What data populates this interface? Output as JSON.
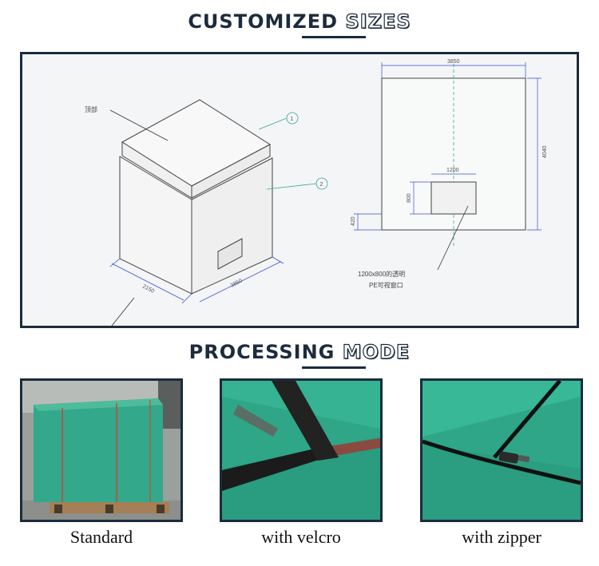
{
  "sections": {
    "customized": {
      "title_bold": "CUSTOMIZED",
      "title_outline": "SIZES"
    },
    "processing": {
      "title_bold": "PROCESSING",
      "title_outline": "MODE"
    }
  },
  "drawing": {
    "label_top": "顶部",
    "callout_1": "1",
    "callout_2": "2",
    "dim_front": "2150",
    "dim_side": "3850",
    "dim_plan_width": "3850",
    "dim_plan_height": "4040",
    "dim_window_width": "1200",
    "dim_window_height": "800",
    "dim_window_offset": "420",
    "window_note_line1": "1200x800的透明",
    "window_note_line2": "PE可视窗口"
  },
  "modes": [
    {
      "caption": "Standard"
    },
    {
      "caption": "with velcro"
    },
    {
      "caption": "with zipper"
    }
  ],
  "colors": {
    "navy": "#1c2b3d",
    "tarp_green": "#2fa58a",
    "dimension_blue": "#3b4fd6",
    "callout_teal": "#3aa79a"
  }
}
